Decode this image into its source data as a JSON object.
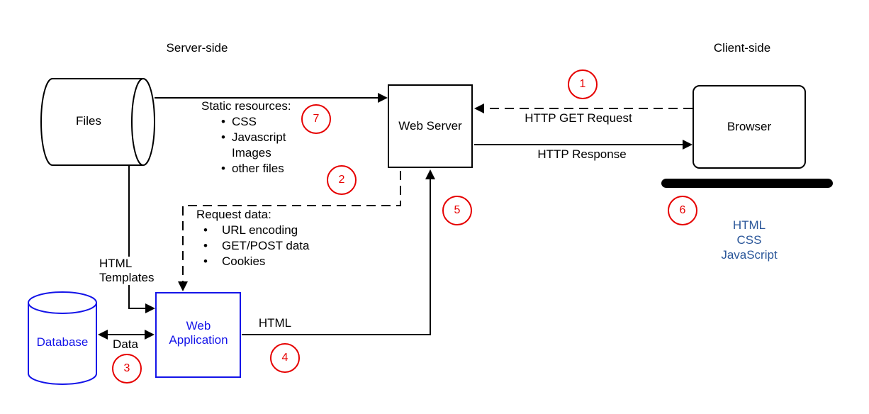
{
  "regions": {
    "server_side": "Server-side",
    "client_side": "Client-side"
  },
  "nodes": {
    "files": {
      "label": "Files"
    },
    "web_server": {
      "label": "Web Server"
    },
    "browser": {
      "label": "Browser"
    },
    "web_application": {
      "label": "Web\nApplication"
    },
    "database": {
      "label": "Database"
    }
  },
  "edges": {
    "http_get": {
      "label": "HTTP GET Request",
      "style": "dashed"
    },
    "http_response": {
      "label": "HTTP Response",
      "style": "solid"
    },
    "html_templates": {
      "label": "HTML\nTemplates"
    },
    "data": {
      "label": "Data"
    },
    "html": {
      "label": "HTML"
    }
  },
  "annotations": {
    "static_resources": {
      "title": "Static resources:",
      "items": [
        {
          "bullet": true,
          "text": "CSS"
        },
        {
          "bullet": true,
          "text": "Javascript"
        },
        {
          "bullet": false,
          "text": "Images"
        },
        {
          "bullet": true,
          "text": "other files"
        }
      ]
    },
    "request_data": {
      "title": "Request data:",
      "items": [
        {
          "bullet": true,
          "text": "URL encoding"
        },
        {
          "bullet": true,
          "text": "GET/POST data"
        },
        {
          "bullet": true,
          "text": "Cookies"
        }
      ]
    },
    "client_output": {
      "items": [
        "HTML",
        "CSS",
        "JavaScript"
      ]
    }
  },
  "markers": [
    "1",
    "2",
    "3",
    "4",
    "5",
    "6",
    "7"
  ],
  "glyphs": {
    "bullet": "•"
  },
  "colors": {
    "line": "#000000",
    "node_blue": "#1414e8",
    "client_text_blue": "#2a5699",
    "marker_red": "#e60000"
  }
}
